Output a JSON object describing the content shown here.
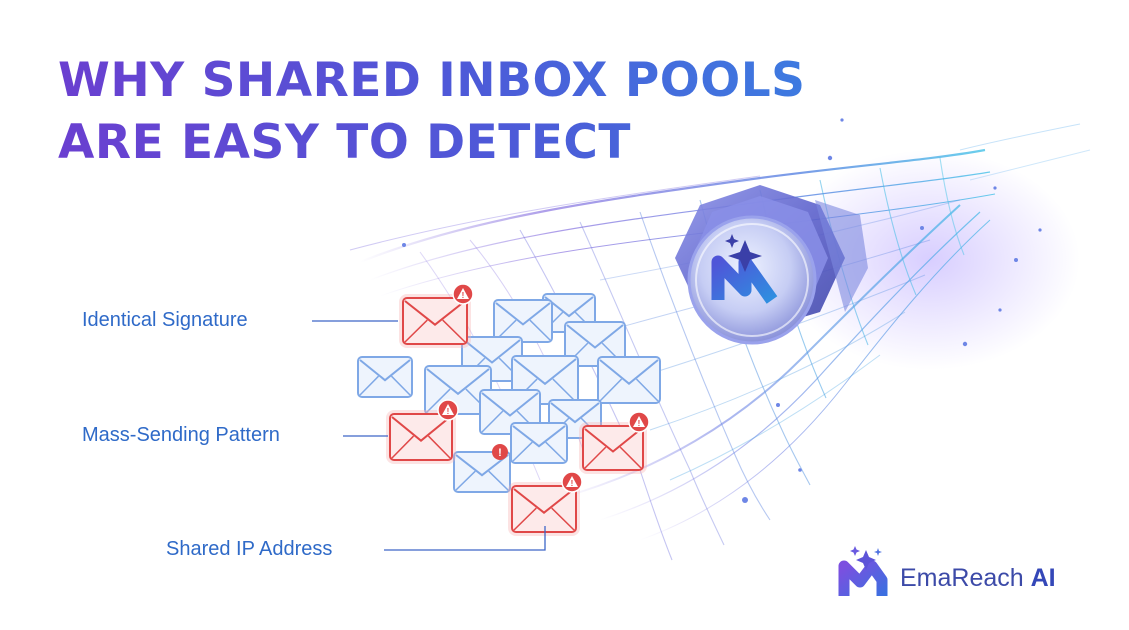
{
  "headline": {
    "line1": "WHY SHARED INBOX POOLS",
    "line2": "ARE EASY TO DETECT"
  },
  "callouts": [
    {
      "label": "Identical Signature"
    },
    {
      "label": "Mass-Sending Pattern"
    },
    {
      "label": "Shared IP Address"
    }
  ],
  "brand": {
    "name": "EmaReach",
    "suffix": "AI"
  },
  "icons": [
    "envelope-icon",
    "warning-icon",
    "sparkle-icon",
    "emareach-logo"
  ],
  "colors": {
    "headline_start": "#6a3fd0",
    "headline_end": "#3d7ae0",
    "callout_text": "#2f6ac8",
    "alert_red": "#e04848",
    "envelope_blue": "#7fa8e6"
  }
}
